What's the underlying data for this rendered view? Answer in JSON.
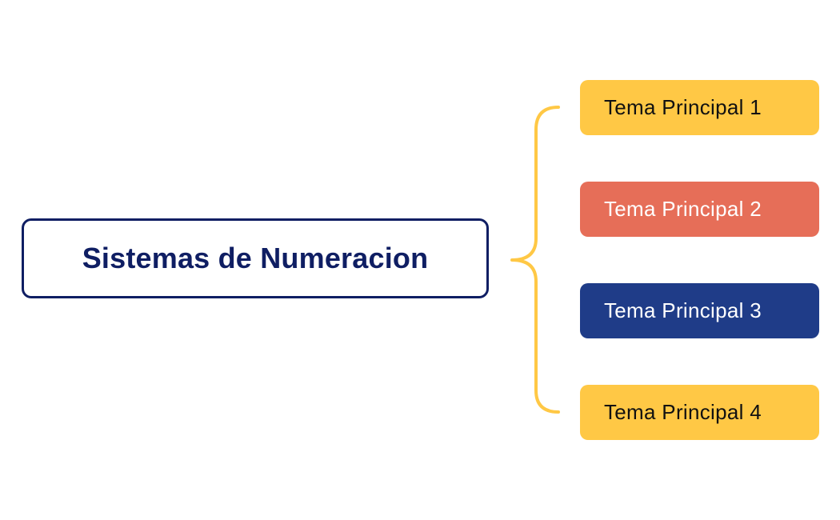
{
  "diagram": {
    "root": {
      "label": "Sistemas de Numeracion",
      "border_color": "#0f1e63",
      "text_color": "#0f1e63"
    },
    "connector_color": "#ffc845",
    "topics": [
      {
        "label": "Tema Principal 1",
        "bg": "#ffc845",
        "text_color": "#111111"
      },
      {
        "label": "Tema Principal 2",
        "bg": "#e66e58",
        "text_color": "#ffffff"
      },
      {
        "label": "Tema Principal 3",
        "bg": "#1f3c88",
        "text_color": "#ffffff"
      },
      {
        "label": "Tema Principal 4",
        "bg": "#ffc845",
        "text_color": "#111111"
      }
    ]
  }
}
